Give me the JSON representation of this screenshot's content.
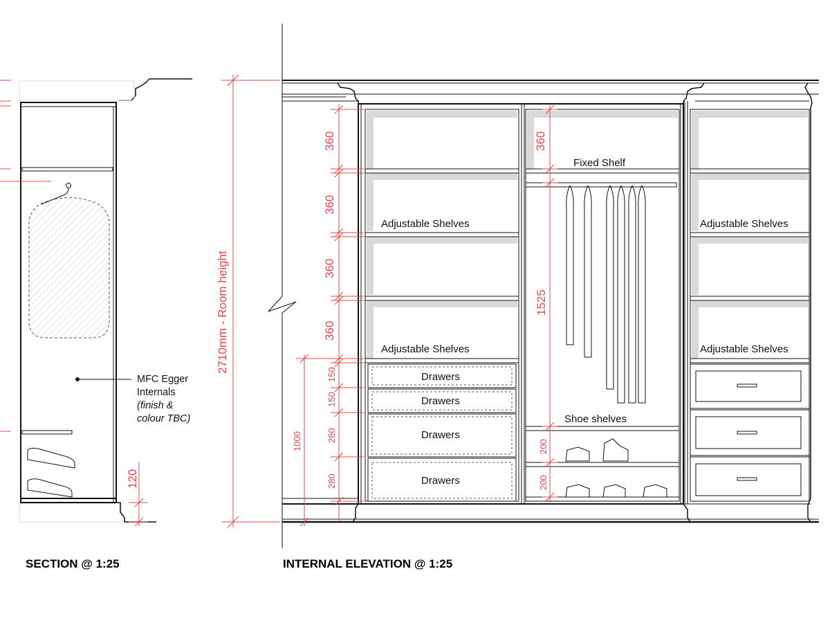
{
  "titles": {
    "section": "SECTION @ 1:25",
    "elevation": "INTERNAL ELEVATION @ 1:25"
  },
  "labels": {
    "fixed_shelf": "Fixed Shelf",
    "adjustable_shelves": "Adjustable Shelves",
    "drawers": "Drawers",
    "shoe_shelves": "Shoe shelves",
    "note_line1": "MFC Egger",
    "note_line2": "Internals",
    "note_line3": "(finish &",
    "note_line4": "colour TBC)"
  },
  "dimensions": {
    "room_height": "2710mm - Room height",
    "shelf_360": "360",
    "hanging_1525": "1525",
    "drawer_150": "150",
    "drawer_280": "280",
    "drawer_zone_1000": "1000",
    "shoe_200": "200",
    "plinth_120": "120"
  },
  "colors": {
    "line": "#111111",
    "dimension": "#e8474a",
    "shelf_shade": "#d9d9d9"
  }
}
